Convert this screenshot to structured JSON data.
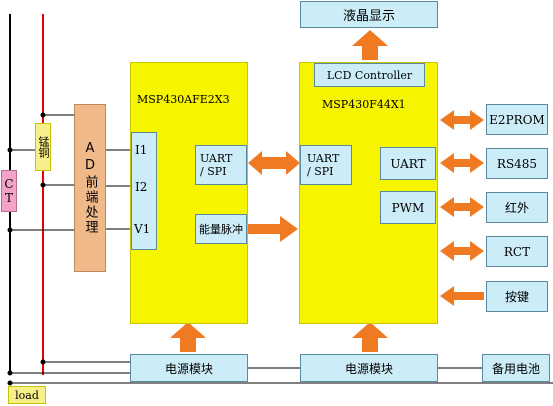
{
  "blocks": {
    "lcd_display": "液晶显示",
    "lcd_controller": "LCD Controller",
    "mcu_left": "MSP430AFE2X3",
    "mcu_right": "MSP430F44X1",
    "uart_spi_left": "UART\n/ SPI",
    "energy_pulse": "能量脉冲",
    "uart_spi_right": "UART\n/ SPI",
    "uart_right": "UART",
    "pwm": "PWM",
    "pin_i1": "I1",
    "pin_i2": "I2",
    "pin_v1": "V1",
    "ad_frontend": "AD前端处理",
    "manganin": "锰铜",
    "ct": "CT",
    "load": "load",
    "power_left": "电源模块",
    "power_right": "电源模块",
    "backup_battery": "备用电池"
  },
  "peripherals": [
    "E2PROM",
    "RS485",
    "红外",
    "RCT",
    "按键"
  ],
  "colors": {
    "arrow": "#f07a22",
    "line_black": "#000000",
    "line_red": "#e60000",
    "panel_blue": "#ccecf7",
    "mcu_yellow": "#f7f400"
  }
}
